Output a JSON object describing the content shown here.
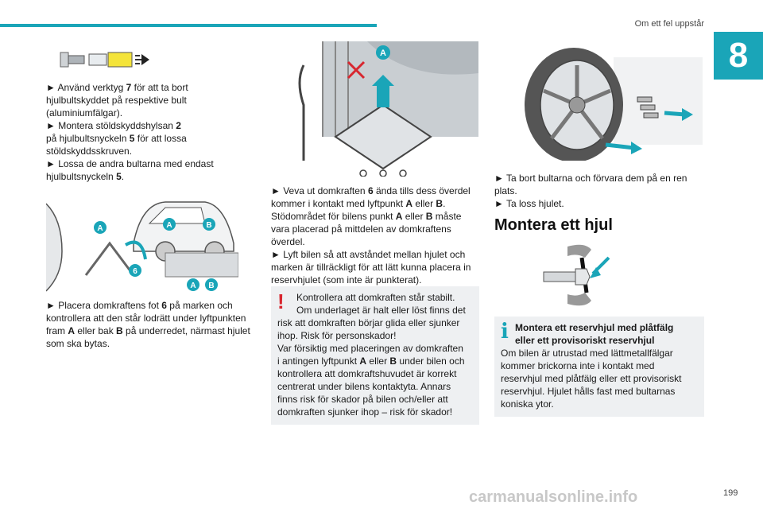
{
  "header": {
    "title": "Om ett fel uppstår",
    "chapter": "8"
  },
  "col1": {
    "para1": {
      "l1": "► Använd verktyg ",
      "b1": "7",
      "l1b": " för att ta bort",
      "l2": "hjulbultskyddet på respektive bult",
      "l3": "(aluminiumfälgar).",
      "l4": "► Montera stöldskyddshylsan ",
      "b4": "2",
      "l5": "på hjulbultsnyckeln ",
      "b5": "5",
      "l5b": " för att lossa",
      "l6": "stöldskyddsskruven.",
      "l7": "► Lossa de andra bultarna med endast",
      "l8": "hjulbultsnyckeln ",
      "b8": "5",
      "l8b": "."
    },
    "para2": {
      "l1": "► Placera domkraftens fot ",
      "b1": "6",
      "l1b": " på marken och",
      "l2": "kontrollera att den står lodrätt under lyftpunkten",
      "l3": "fram ",
      "b3a": "A",
      "l3b": " eller bak ",
      "b3b": "B",
      "l3c": " på underredet, närmast hjulet",
      "l4": "som ska bytas."
    },
    "labels": {
      "a": "A",
      "b": "B",
      "six": "6"
    }
  },
  "col2": {
    "labels": {
      "a": "A"
    },
    "para1": {
      "l1": "► Veva ut domkraften ",
      "b1": "6",
      "l1b": " ända tills dess överdel",
      "l2": "kommer i kontakt med lyftpunkt ",
      "b2a": "A",
      "l2b": " eller ",
      "b2b": "B",
      "l2c": ".",
      "l3": "Stödområdet för bilens punkt ",
      "b3a": "A",
      "l3b": " eller ",
      "b3b": "B",
      "l3c": " måste",
      "l4": "vara placerad på mittdelen av domkraftens",
      "l5": "överdel.",
      "l6": "► Lyft bilen så att avståndet mellan hjulet och",
      "l7": "marken är tillräckligt för att lätt kunna placera in",
      "l8": "reservhjulet (som inte är punkterat)."
    },
    "warning": {
      "mark": "!",
      "lines": [
        "Kontrollera att domkraften står stabilt.",
        "Om underlaget är halt eller löst finns det",
        "risk att domkraften börjar glida eller sjunker",
        "ihop. Risk för personskador!",
        "Var försiktig med placeringen av domkraften",
        "i antingen lyftpunkt ",
        "A",
        " eller ",
        "B",
        " under bilen och",
        "kontrollera att domkraftshuvudet är korrekt",
        "centrerat under bilens kontaktyta. Annars",
        "finns risk för skador på bilen och/eller att",
        "domkraften sjunker ihop – risk för skador!"
      ]
    }
  },
  "col3": {
    "para1": {
      "l1": "► Ta bort bultarna och förvara dem på en ren",
      "l2": "plats.",
      "l3": "► Ta loss hjulet."
    },
    "section_title": "Montera ett hjul",
    "info": {
      "mark": "i",
      "title1": "Montera ett reservhjul med plåtfälg",
      "title2": "eller ett provisoriskt reservhjul",
      "lines": [
        "Om bilen är utrustad med lättmetallfälgar",
        "kommer brickorna inte i kontakt med",
        "reservhjul med plåtfälg eller ett provisoriskt",
        "reservhjul. Hjulet hålls fast med bultarnas",
        "koniska ytor."
      ]
    }
  },
  "footer": {
    "page": "199",
    "watermark": "carmanualsonline.info"
  },
  "colors": {
    "accent": "#1aa5b8",
    "warning": "#d8262f",
    "box": "#eef0f2"
  }
}
